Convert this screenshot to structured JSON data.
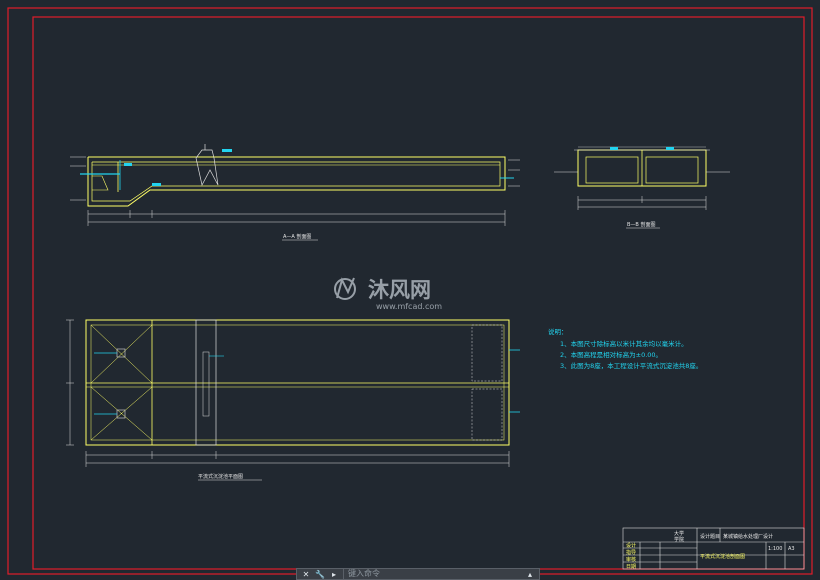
{
  "drawing": {
    "section_aa_title": "A—A 剖面图",
    "section_bb_title": "B—B 剖面图",
    "plan_title": "平流式沉淀池平面图",
    "notes": {
      "heading": "说明：",
      "lines": [
        "1、本图尺寸除标高以米计其余均以毫米计。",
        "2、本图高程是相对标高为±0.00。",
        "3、此图为8座，本工程设计平流式沉淀池共8座。"
      ]
    },
    "watermark": {
      "brand": "沐风网",
      "url": "www.mfcad.com"
    }
  },
  "title_block": {
    "school": "大学",
    "dept": "学院",
    "project_label": "设计题目",
    "project_name": "某城镇给水处理厂设计",
    "drawing_name": "平流式沉淀池剖面图",
    "scale": "1:100",
    "sheet": "A3",
    "rows": [
      "设计",
      "指导",
      "审核",
      "日期"
    ]
  },
  "command_line": {
    "close_icon": "close-icon",
    "wrench_icon": "wrench-icon",
    "placeholder": "键入命令"
  },
  "colors": {
    "background": "#212830",
    "frame": "#e11d2a",
    "structure": "#ffff66",
    "dimension": "#dcdcdc",
    "annotation": "#22d3ee"
  }
}
